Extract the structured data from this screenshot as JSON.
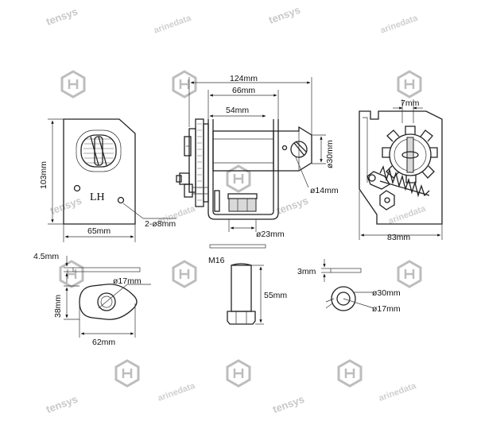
{
  "watermarks": {
    "brand": "tensys",
    "brand_alt": "arinedata"
  },
  "top_view": {
    "height_label": "103mm",
    "width_label": "65mm",
    "side_label": "LH",
    "hole_label": "2-ø8mm"
  },
  "front_view": {
    "overall_label": "124mm",
    "inner_label": "66mm",
    "slot_label": "54mm",
    "tube_diameter_label": "ø30mm",
    "pin_diameter_label": "ø14mm",
    "bottom_label": "ø23mm"
  },
  "side_view": {
    "tooth_label": "7mm",
    "width_label": "83mm"
  },
  "plate_part": {
    "thickness_label": "4.5mm",
    "hole_label": "ø17mm",
    "height_label": "38mm",
    "width_label": "62mm"
  },
  "bolt_part": {
    "thread_label": "M16",
    "length_label": "55mm"
  },
  "washer_part": {
    "thickness_label": "3mm",
    "outer_label": "ø30mm",
    "inner_label": "ø17mm"
  }
}
